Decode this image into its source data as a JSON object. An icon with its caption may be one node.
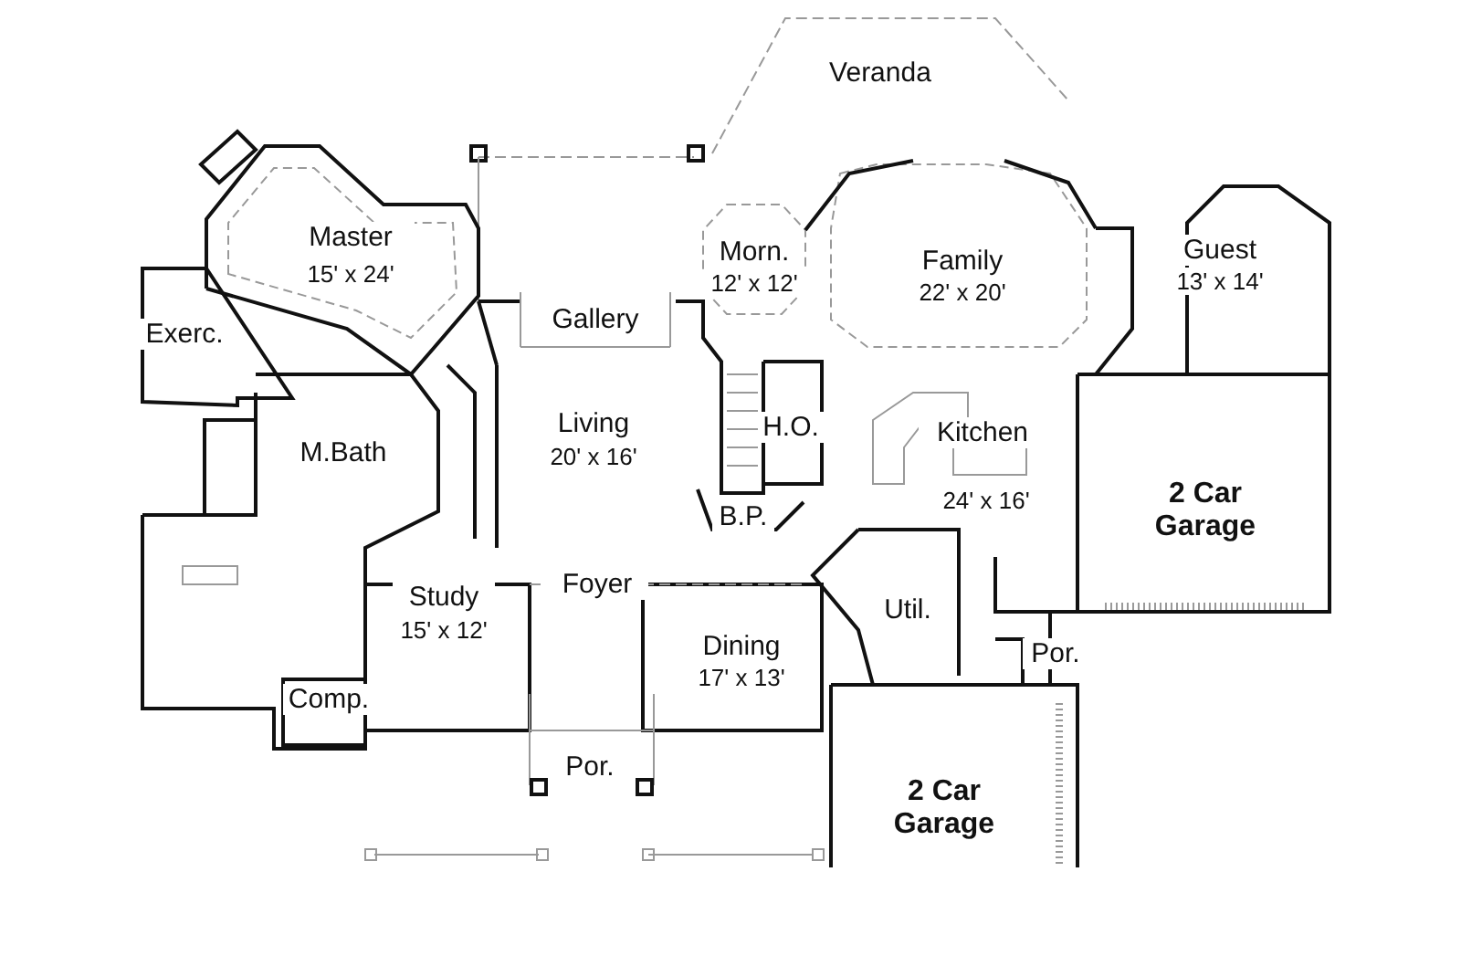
{
  "diagram": {
    "labels": [
      "Veranda",
      "Master",
      "15' x 24'",
      "Morn.",
      "12' x 12'",
      "Family",
      "22' x 20'",
      "Guest",
      "13' x 14'",
      "Gallery",
      "Exerc.",
      "Living",
      "20' x 16'",
      "M.Bath",
      "H.O.",
      "Kitchen",
      "24' x 16'",
      "2 Car Garage",
      "B.P.",
      "Foyer",
      "Study",
      "15' x 12'",
      "Util.",
      "Dining",
      "17' x 13'",
      "Por.",
      "Comp.",
      "Por.",
      "2 Car Garage"
    ]
  }
}
